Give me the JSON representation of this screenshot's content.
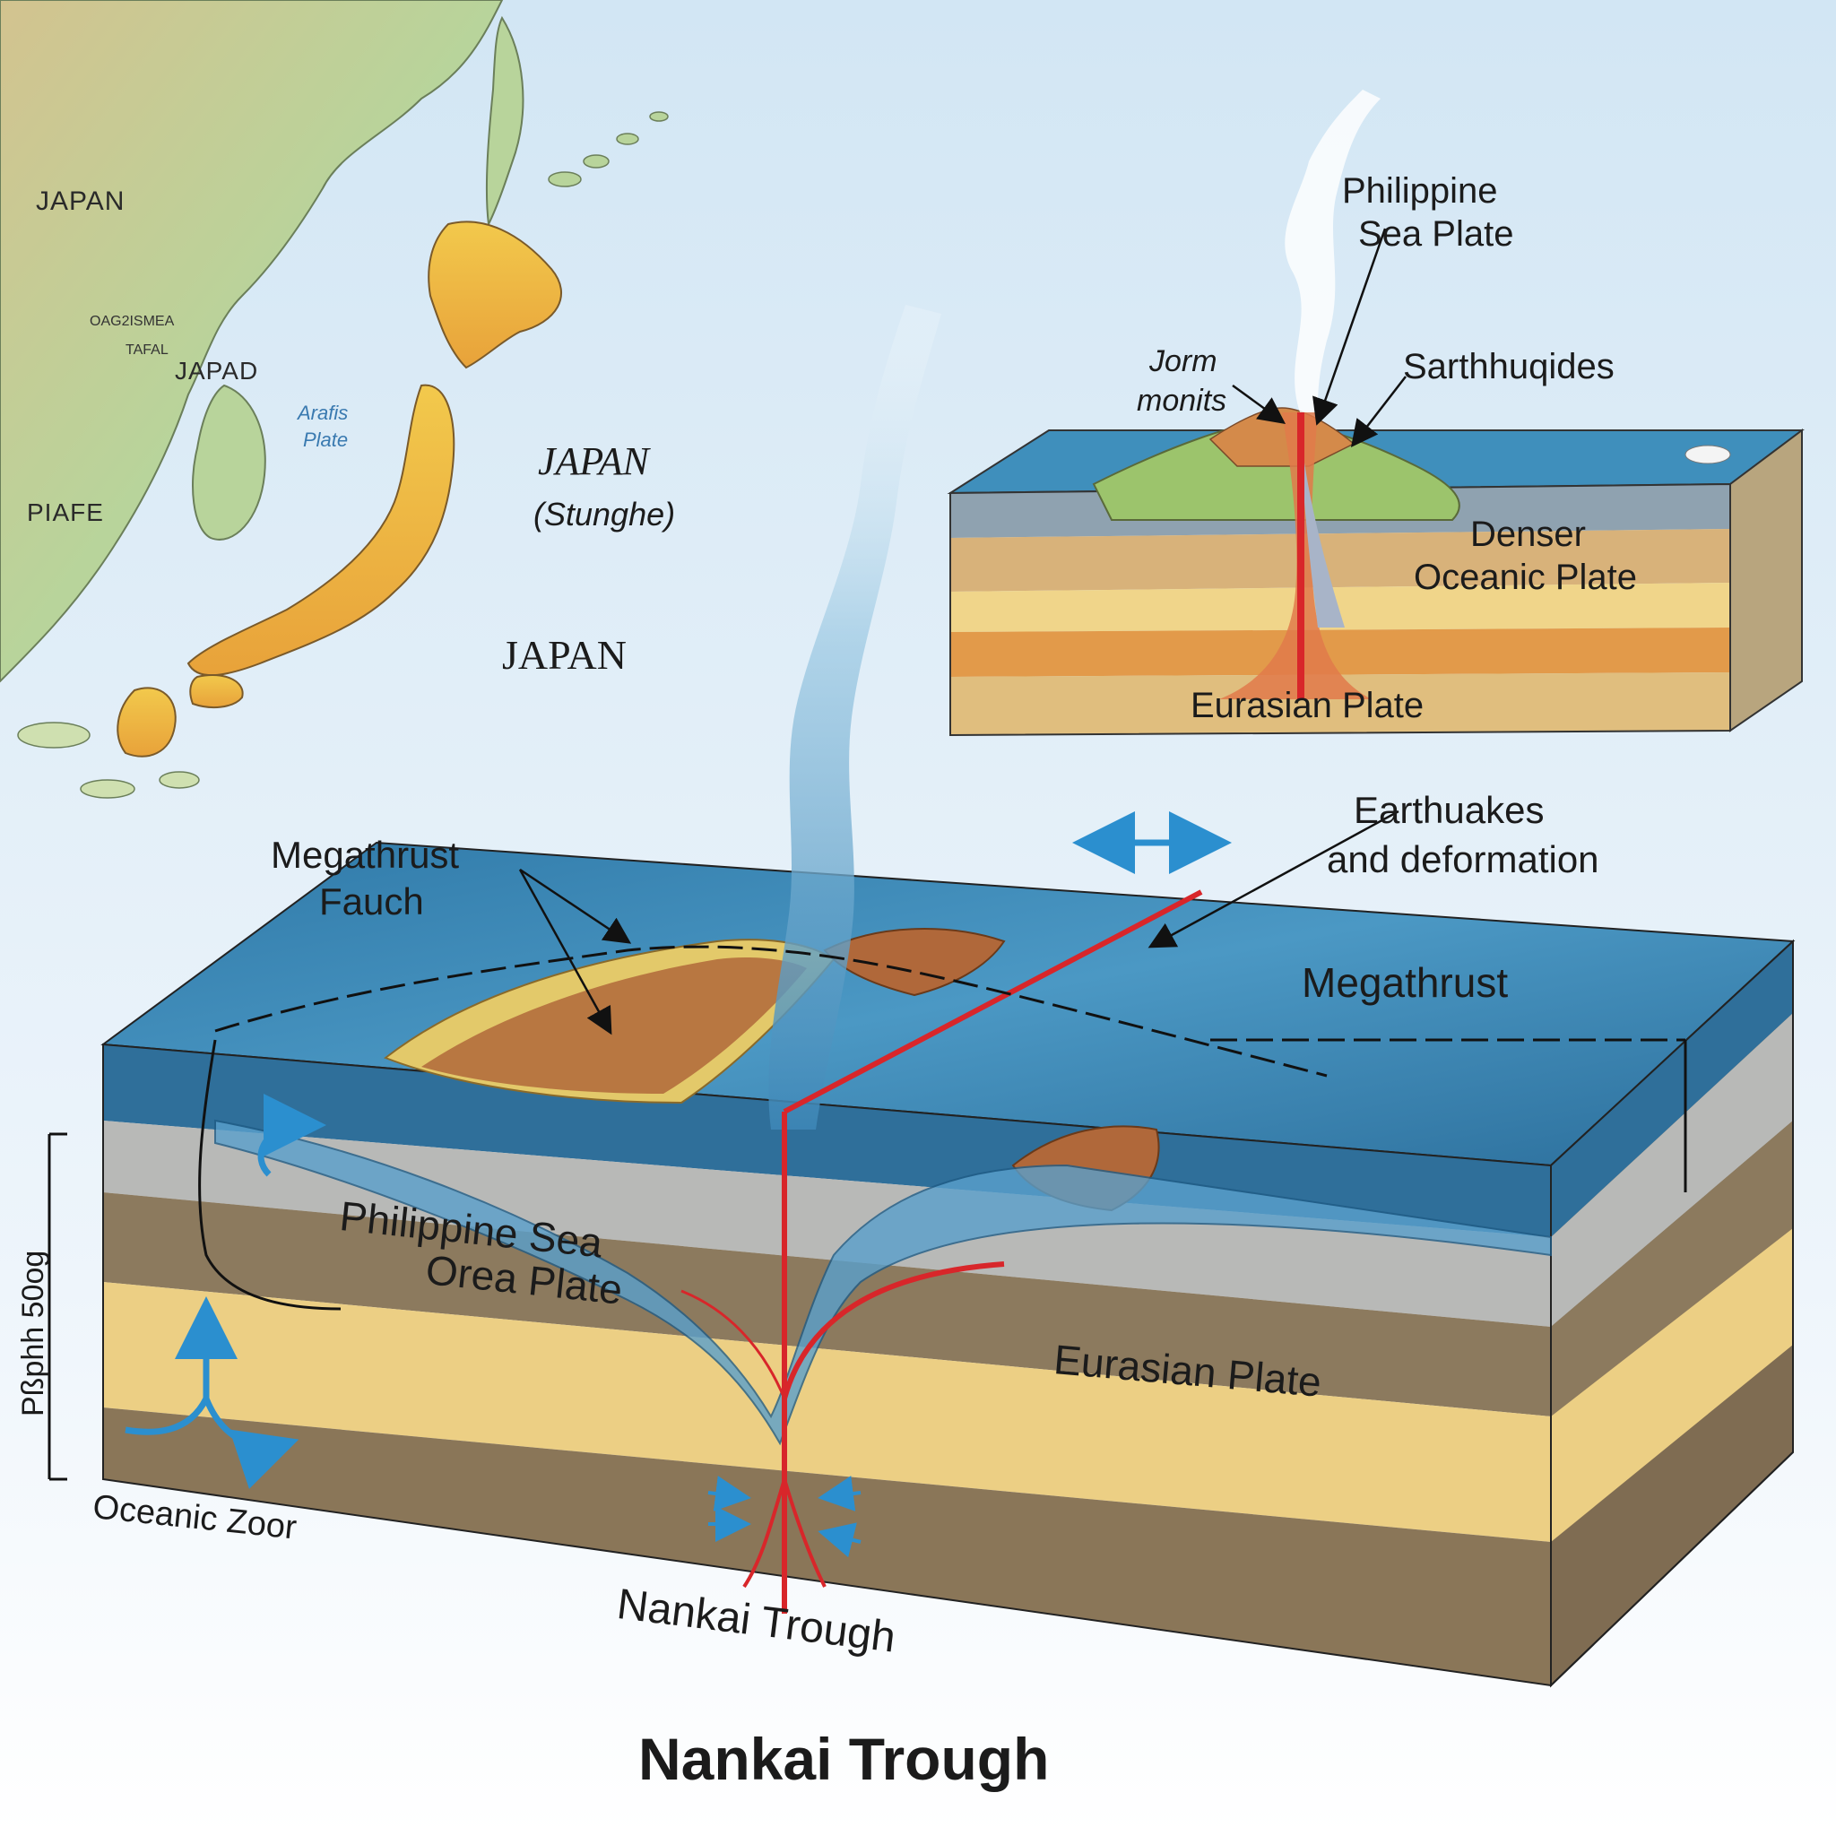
{
  "colors": {
    "sky": "#e3eff8",
    "ocean": "#3b86b4",
    "ocean_light": "#8fc4e0",
    "land": "#b9d49a",
    "land_warm": "#e8c77a",
    "mountain": "#b0683a",
    "plate_red": "#d8262a",
    "arrow_blue": "#2b8fcf",
    "layer_gray": "#b5b7b6",
    "layer_brown": "#8d7a5e",
    "layer_sand": "#eccf84",
    "layer_deep": "#8a7658"
  },
  "map_labels": {
    "japan_1": "JAPAN",
    "japad": "JAPAD",
    "piafe": "PIAFE",
    "arafis_plate_1": "Arafis",
    "arafis_plate_2": "Plate",
    "japan_stunghe_1": "JAPAN",
    "japan_stunghe_2": "(Stunghe)",
    "japan_3": "JAPAN",
    "tiny_1": "OAG2ISMEA",
    "tiny_2": "TAFAL"
  },
  "inset": {
    "philippine_sea_plate_1": "Philippine",
    "philippine_sea_plate_2": "Sea Plate",
    "jorm_monits_1": "Jorm",
    "jorm_monits_2": "monits",
    "sarthhuqides": "Sarthhuqides",
    "denser_oceanic_1": "Denser",
    "denser_oceanic_2": "Oceanic Plate",
    "eurasian_plate": "Eurasian Plate"
  },
  "main": {
    "megathrust_fauch_1": "Megathrust",
    "megathrust_fauch_2": "Fauch",
    "earthquakes_1": "Earthuakes",
    "earthquakes_2": "and deformation",
    "megathrust": "Megathrust",
    "philippine_sea_orea_1": "Philippine Sea",
    "philippine_sea_orea_2": "Orea Plate",
    "eurasian_plate": "Eurasian Plate",
    "oceanic_zoor": "Oceanic Zoor",
    "nankai_trough_block": "Nankai Trough",
    "depth_scale": "Pßphh 50og"
  },
  "title": "Nankai Trough"
}
